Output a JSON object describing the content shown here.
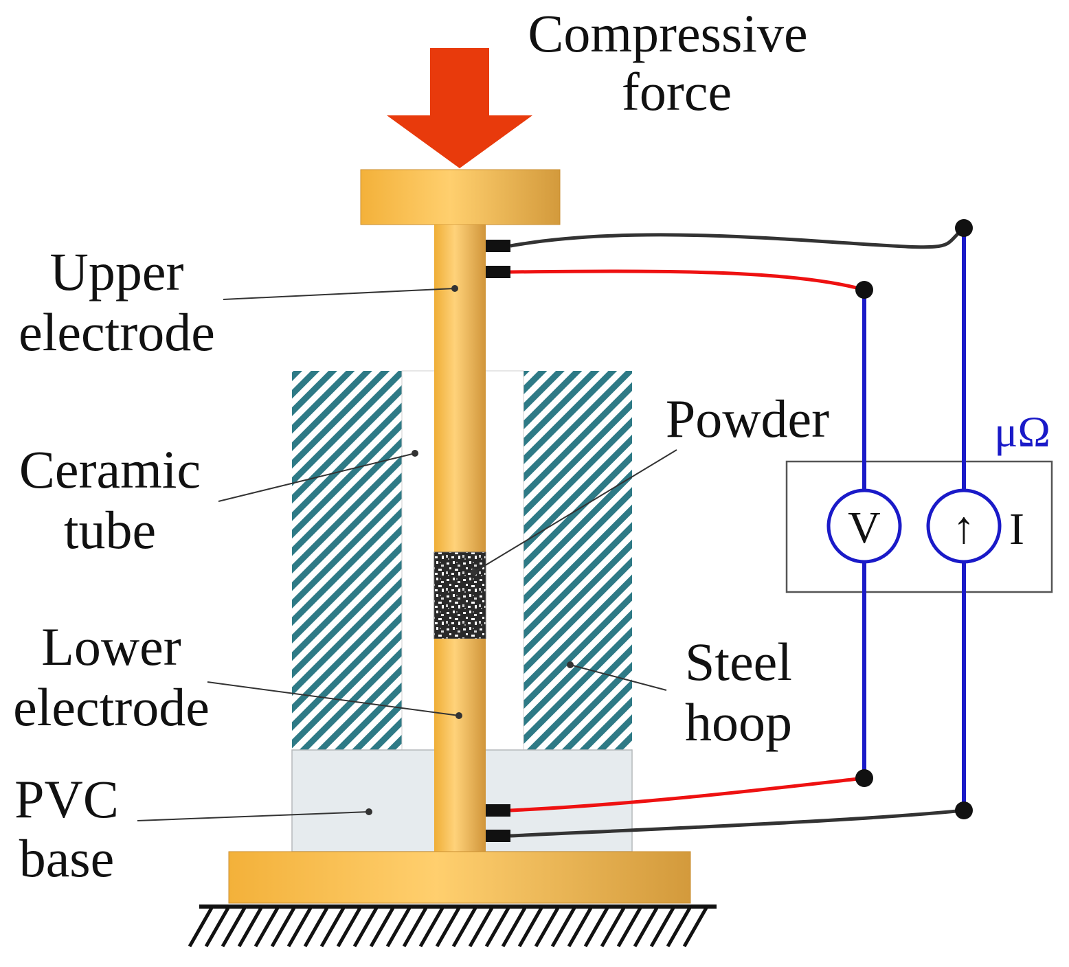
{
  "labels": {
    "force": [
      "Compressive",
      "force"
    ],
    "upper_electrode": [
      "Upper",
      "electrode"
    ],
    "ceramic_tube": [
      "Ceramic",
      "tube"
    ],
    "powder": "Powder",
    "lower_electrode": [
      "Lower",
      "electrode"
    ],
    "pvc_base": [
      "PVC",
      "base"
    ],
    "steel_hoop": [
      "Steel",
      "hoop"
    ],
    "meter": "μΩ",
    "voltmeter": "V",
    "current_source": "↑",
    "current_label": "I"
  },
  "colors": {
    "force_arrow": "#E83A0C",
    "electrode_light": "#FFCC66",
    "electrode_dark": "#D39A3C",
    "hoop_stripe": "#2E7A86",
    "pvc": "#E6EBEE",
    "voltage_wire": "#EE1111",
    "current_wire": "#333333",
    "meter_lead": "#1A1AC8"
  }
}
